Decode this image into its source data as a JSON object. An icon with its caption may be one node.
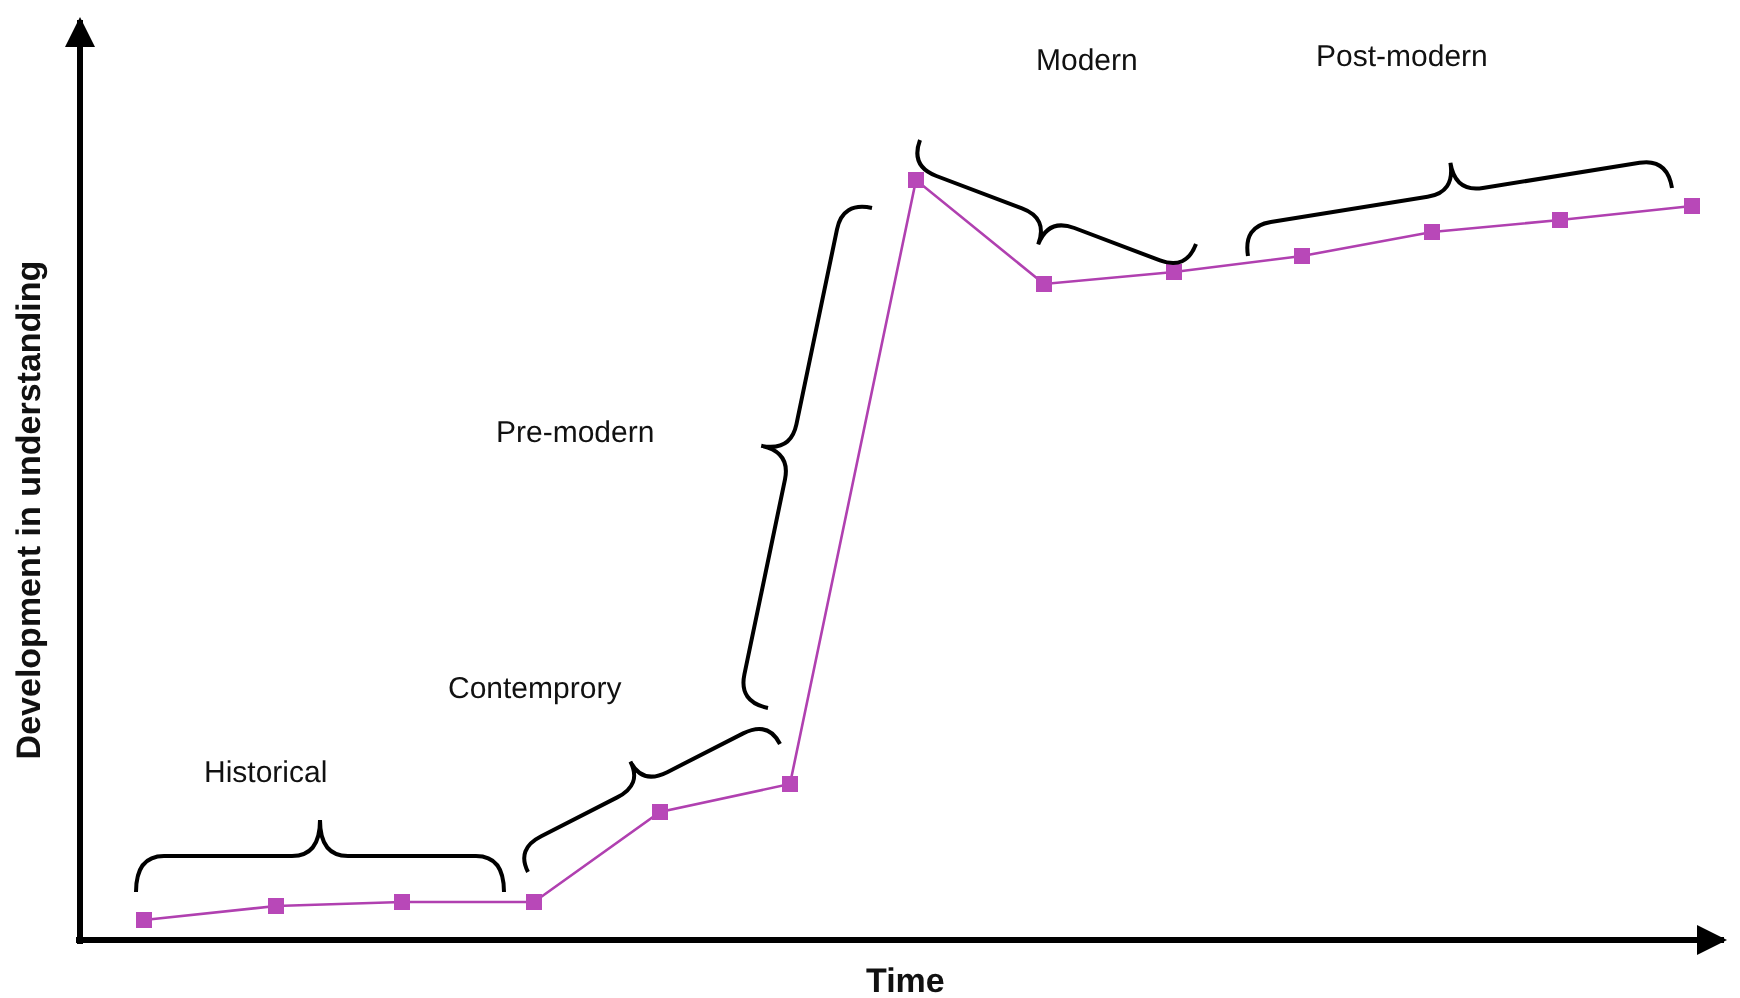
{
  "diagram": {
    "labels": [
      "Modern",
      "Post-modern",
      "Pre-modern",
      "Contemprory",
      "Historical",
      "Development in understanding",
      "Time"
    ]
  }
}
